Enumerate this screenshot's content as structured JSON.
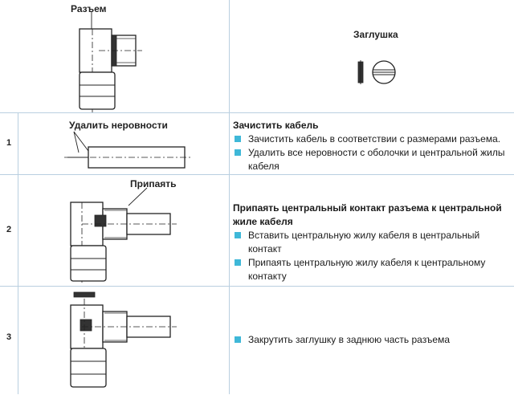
{
  "header": {
    "connector_label": "Разъем",
    "plug_label": "Заглушка"
  },
  "rows": [
    {
      "number": "1",
      "figure_label": "Удалить неровности",
      "title": "Зачистить кабель",
      "bullets": [
        "Зачистить кабель в соответствии с размерами разъема.",
        "Удалить все неровности с оболочки и центральной жилы кабеля"
      ]
    },
    {
      "number": "2",
      "figure_label": "Припаять",
      "title": "Припаять центральный контакт разъема к центральной жиле кабеля",
      "bullets": [
        "Вставить центральную жилу кабеля в центральный контакт",
        "Припаять центральную жилу кабеля к центральному контакту"
      ]
    },
    {
      "number": "3",
      "figure_label": "",
      "title": "",
      "bullets": [
        "Закрутить заглушку в заднюю часть разъема"
      ]
    }
  ],
  "colors": {
    "grid": "#b9cfe0",
    "bullet": "#3fb8d8"
  }
}
